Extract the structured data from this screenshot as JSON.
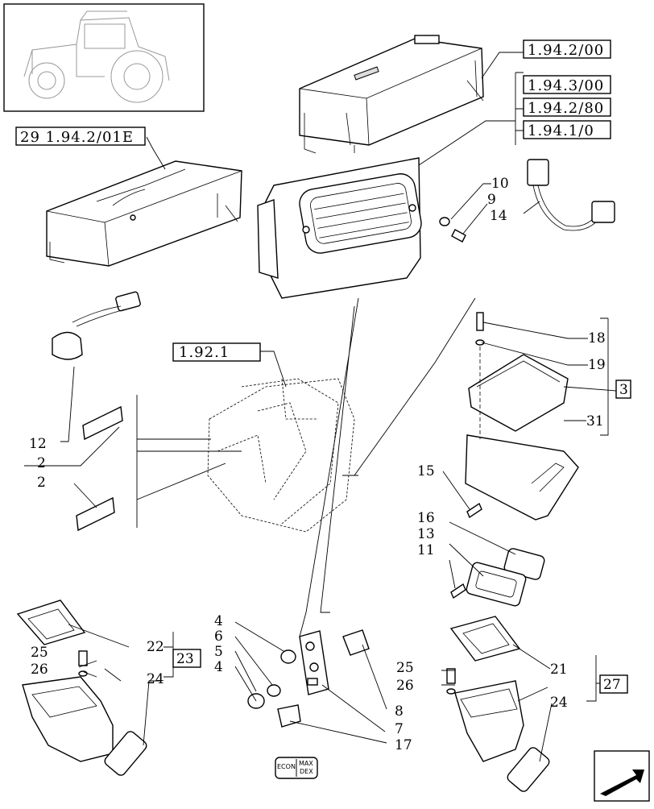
{
  "references": {
    "ref_194200": "1.94.2/00",
    "ref_194300": "1.94.3/00",
    "ref_194280": "1.94.2/80",
    "ref_194210": "1.94.1/0",
    "ref_29194201e": "29 1.94.2/01E",
    "ref_192": "1.92.1"
  },
  "callouts": {
    "c10": "10",
    "c9": "9",
    "c14": "14",
    "c18": "18",
    "c19": "19",
    "c3": "3",
    "c31": "31",
    "c12": "12",
    "c2a": "2",
    "c2b": "2",
    "c15": "15",
    "c16": "16",
    "c13": "13",
    "c11": "11",
    "c22": "22",
    "c23": "23",
    "c25a": "25",
    "c26a": "26",
    "c24a": "24",
    "c4a": "4",
    "c6": "6",
    "c5": "5",
    "c4b": "4",
    "c8": "8",
    "c7": "7",
    "c17": "17",
    "c25b": "25",
    "c26b": "26",
    "c21": "21",
    "c27": "27",
    "c24b": "24"
  },
  "switch_labels": {
    "econ": "ECON",
    "max": "MAX",
    "dex": "DEX"
  }
}
